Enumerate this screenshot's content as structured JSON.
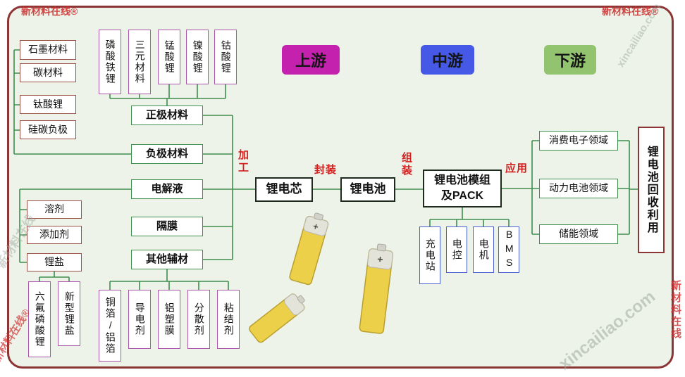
{
  "brand": {
    "name": "新材料在线®",
    "name_plain": "新材料在线",
    "site": "xincailiao.com"
  },
  "stages": {
    "upstream": "上游",
    "midstream": "中游",
    "downstream": "下游"
  },
  "anode_materials": [
    "石墨材料",
    "碳材料",
    "钛酸锂",
    "硅碳负极"
  ],
  "cathode_materials": [
    "磷酸铁锂",
    "三元材料",
    "锰酸锂",
    "镍酸锂",
    "钴酸锂"
  ],
  "materials": {
    "cathode": "正极材料",
    "anode": "负极材料",
    "electrolyte": "电解液",
    "separator": "隔膜",
    "other_aux": "其他辅材"
  },
  "electrolyte_parts": [
    "溶剂",
    "添加剂",
    "锂盐"
  ],
  "lithium_salts": [
    "六氟磷酸锂",
    "新型锂盐"
  ],
  "aux_materials": [
    "铜箔/铝箔",
    "导电剂",
    "铝塑膜",
    "分散剂",
    "粘结剂"
  ],
  "process": {
    "processing": "加工",
    "packaging": "封装",
    "assembly": "组装",
    "application": "应用"
  },
  "chain": {
    "cell": "锂电芯",
    "battery": "锂电池",
    "pack": "锂电池模组及PACK"
  },
  "pack_parts": [
    "充电站",
    "电控",
    "电机",
    "BMS"
  ],
  "applications": [
    "消费电子领域",
    "动力电池领域",
    "储能领域"
  ],
  "recycling": "锂电池回收利用",
  "colors": {
    "upstream_bg": "#c421ae",
    "midstream_bg": "#4559e6",
    "downstream_bg": "#92c36f",
    "line": "#3e8e4e",
    "process_label": "#d42020",
    "frame_border": "#8b3535"
  }
}
